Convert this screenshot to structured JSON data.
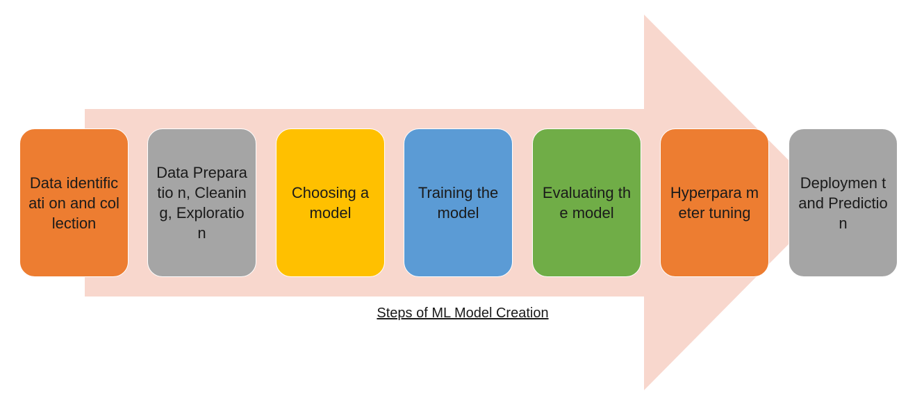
{
  "diagram": {
    "arrow_color": "#F8D7CD",
    "text_color": "#1a1a1a",
    "caption": "Steps of ML Model Creation",
    "steps": [
      {
        "label": "Data identificati on and collection",
        "color": "#ED7D31"
      },
      {
        "label": "Data Preparatio n, Cleaning, Exploration",
        "color": "#A5A5A5"
      },
      {
        "label": "Choosing a model",
        "color": "#FFC000"
      },
      {
        "label": "Training the model",
        "color": "#5B9BD5"
      },
      {
        "label": "Evaluating the model",
        "color": "#70AD47"
      },
      {
        "label": "Hyperpara meter tuning",
        "color": "#ED7D31"
      },
      {
        "label": "Deploymen t and Prediction",
        "color": "#A5A5A5"
      }
    ]
  }
}
